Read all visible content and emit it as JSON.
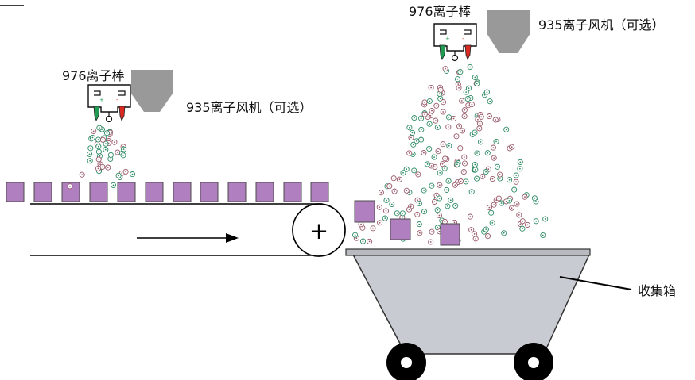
{
  "labels": {
    "left_bar": "976离子棒",
    "left_fan": "935离子风机（可选）",
    "right_bar": "976离子棒",
    "right_fan": "935离子风机（可选）",
    "bin": "收集箱"
  },
  "colors": {
    "product": "#b07fc0",
    "product_stroke": "#4b4b4b",
    "fan": "#999999",
    "bin_fill": "#c9cbd2",
    "bin_rim": "#b8bac0",
    "positive_ion": "#1f9b54",
    "negative_ion": "#d92a23",
    "wheel": "#000000"
  },
  "icons": {
    "roller_symbol": "+",
    "conveyor_arrow": "arrow-right-icon"
  }
}
